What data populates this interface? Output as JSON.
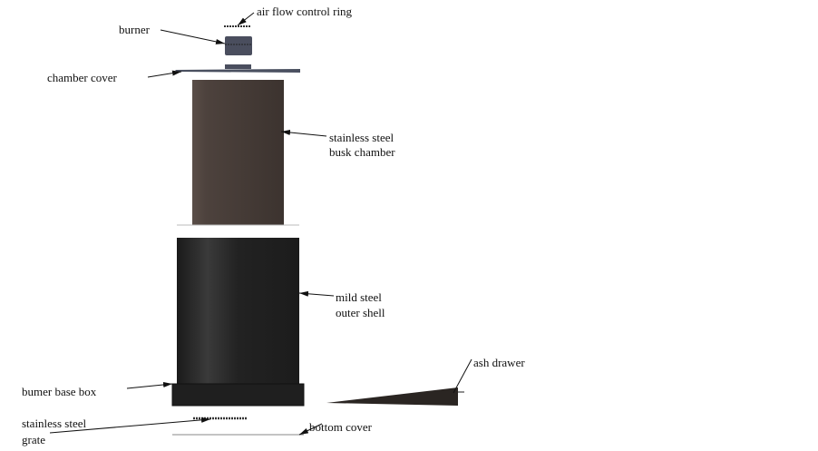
{
  "labels": {
    "air_flow_control_ring": "air flow control ring",
    "burner": "burner",
    "chamber_cover": "chamber cover",
    "busk_chamber_line1": "stainless steel",
    "busk_chamber_line2": "busk chamber",
    "outer_shell_line1": "mild steel",
    "outer_shell_line2": "outer shell",
    "burner_base_box": "bumer base box",
    "ash_drawer": "ash drawer",
    "grate_line1": "stainless steel",
    "grate_line2": "grate",
    "bottom_cover": "bottom cover"
  }
}
